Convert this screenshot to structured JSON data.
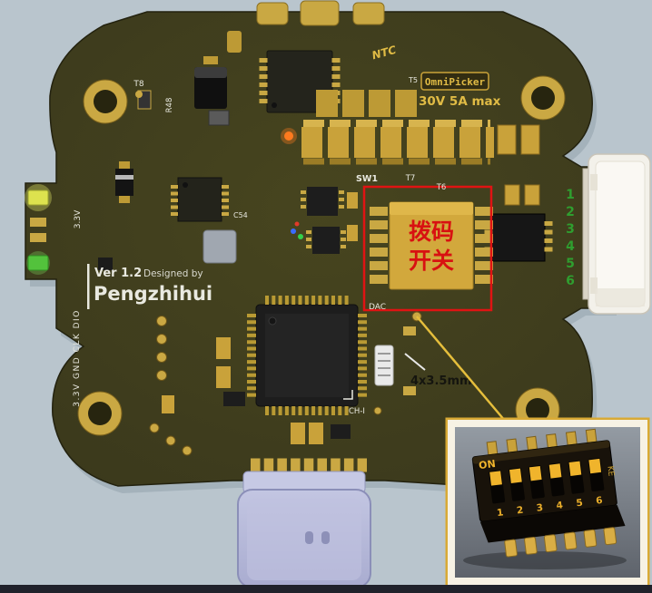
{
  "scene": {
    "background": "#b9c5cd",
    "board_color": "#413f20",
    "gold": "#cda843",
    "silkscreen_white": "#e9e9e0",
    "highlight_red": "#e01313",
    "callout_yellow": "#e5be3c",
    "pin_number_green": "#2f9e2f",
    "usb_lavender": "#b5b8da"
  },
  "board": {
    "silkscreen": {
      "t8": "T8",
      "r48": "R48",
      "ntc": "NTC",
      "t5": "T5",
      "badge": "OmniPicker",
      "rating": "30V 5A max",
      "c54": "C54",
      "v33": "3.3V",
      "sw1": "SW1",
      "t7": "T7",
      "t6": "T6",
      "ver": "Ver 1.2",
      "designed_by": "Designed by",
      "author": "Pengzhihui",
      "left_arm": "3.3V GND CLK DIO",
      "dac": "DAC",
      "ch1": "CH-I"
    },
    "connector_pins": [
      "1",
      "2",
      "3",
      "4",
      "5",
      "6"
    ]
  },
  "annotations": {
    "dip_line1": "拨码",
    "dip_line2": "开关",
    "dimension": "4x3.5mm"
  },
  "inset": {
    "on_label": "ON",
    "brand": "KE",
    "numbers": [
      "1",
      "2",
      "3",
      "4",
      "5",
      "6"
    ]
  }
}
